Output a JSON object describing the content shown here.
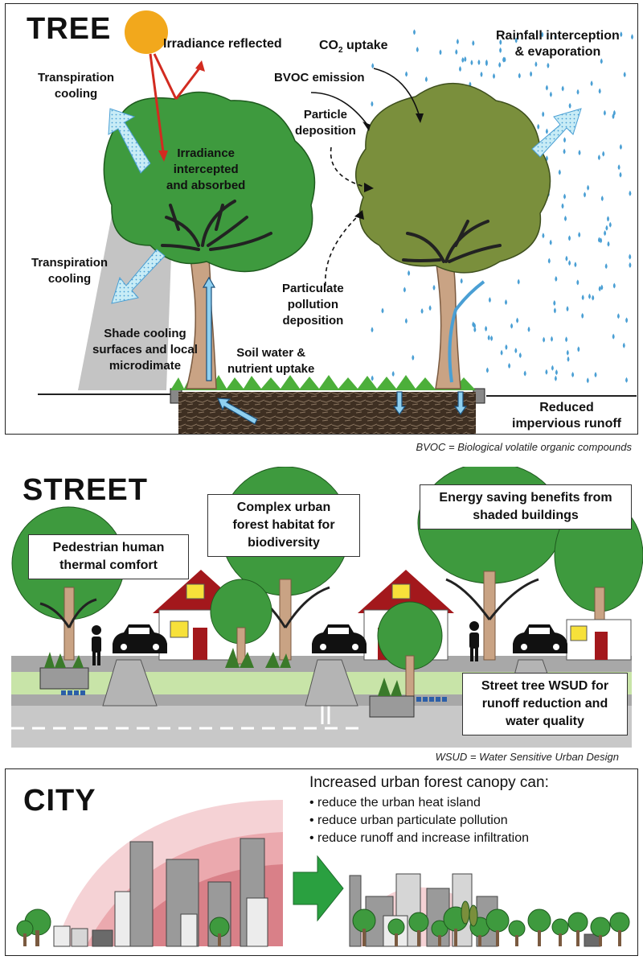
{
  "tree": {
    "title": "TREE",
    "labels": {
      "irradiance_reflected": "Irradiance reflected",
      "co2_prefix": "CO",
      "co2_sub": "2",
      "co2_suffix": " uptake",
      "rainfall_1": "Rainfall interception",
      "rainfall_2": "& evaporation",
      "transpiration_top_1": "Transpiration",
      "transpiration_top_2": "cooling",
      "bvoc": "BVOC emission",
      "particle_1": "Particle",
      "particle_2": "deposition",
      "irradiance_int_1": "Irradiance",
      "irradiance_int_2": "intercepted",
      "irradiance_int_3": "and absorbed",
      "transpiration_mid_1": "Transpiration",
      "transpiration_mid_2": "cooling",
      "particulate_1": "Particulate",
      "particulate_2": "pollution",
      "particulate_3": "deposition",
      "shade_1": "Shade cooling",
      "shade_2": "surfaces and local",
      "shade_3": "microdimate",
      "soil_1": "Soil water &",
      "soil_2": "nutrient uptake",
      "runoff_1": "Reduced",
      "runoff_2": "impervious runoff"
    },
    "footnote": "BVOC = Biological volatile organic compounds"
  },
  "street": {
    "title": "STREET",
    "boxes": {
      "pedestrian_1": "Pedestrian human",
      "pedestrian_2": "thermal comfort",
      "habitat_1": "Complex urban",
      "habitat_2": "forest habitat for",
      "habitat_3": "biodiversity",
      "energy_1": "Energy saving benefits from",
      "energy_2": "shaded buildings",
      "wsud_1": "Street tree WSUD for",
      "wsud_2": "runoff reduction and",
      "wsud_3": "water quality"
    },
    "footnote": "WSUD = Water Sensitive Urban Design"
  },
  "city": {
    "title": "CITY",
    "heading": "Increased urban forest canopy can:",
    "bullets": [
      "reduce the urban heat island",
      "reduce urban particulate pollution",
      "reduce runoff and increase infiltration"
    ]
  },
  "colors": {
    "foliage_light": "#3e9a3e",
    "foliage_olive": "#7a8f3c",
    "sun": "#f2a81c",
    "arrow_red": "#d22b20",
    "water_blue": "#4a9fd4",
    "roof_red": "#a3181c",
    "heat_pink": "#e8a0a6",
    "green_arrow": "#2aa040"
  }
}
